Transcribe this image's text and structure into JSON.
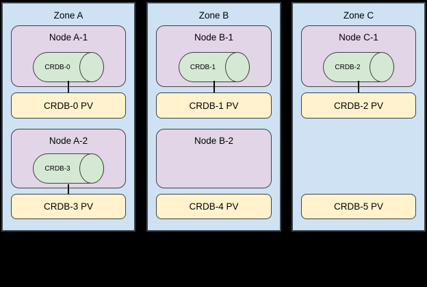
{
  "diagram": {
    "background_color": "#000000",
    "colors": {
      "zone_fill": "#cfe2f3",
      "zone_border": "#37474f",
      "node_fill": "#e1d5e7",
      "node_border": "#3f3f3f",
      "cylinder_fill": "#d5e8d4",
      "pv_fill": "#fff2cc",
      "connector": "#000000",
      "text": "#000000"
    },
    "zones": [
      {
        "title": "Zone A",
        "nodes": [
          {
            "title": "Node A-1",
            "cylinder_label": "CRDB-0"
          },
          {
            "title": "Node A-2",
            "cylinder_label": "CRDB-3"
          }
        ],
        "pvs": [
          {
            "label": "CRDB-0 PV"
          },
          {
            "label": "CRDB-3 PV"
          }
        ]
      },
      {
        "title": "Zone B",
        "nodes": [
          {
            "title": "Node B-1",
            "cylinder_label": "CRDB-1"
          },
          {
            "title": "Node B-2"
          }
        ],
        "pvs": [
          {
            "label": "CRDB-1 PV"
          },
          {
            "label": "CRDB-4 PV"
          }
        ]
      },
      {
        "title": "Zone C",
        "nodes": [
          {
            "title": "Node C-1",
            "cylinder_label": "CRDB-2"
          }
        ],
        "pvs": [
          {
            "label": "CRDB-2 PV"
          },
          {
            "label": "CRDB-5 PV"
          }
        ]
      }
    ]
  }
}
